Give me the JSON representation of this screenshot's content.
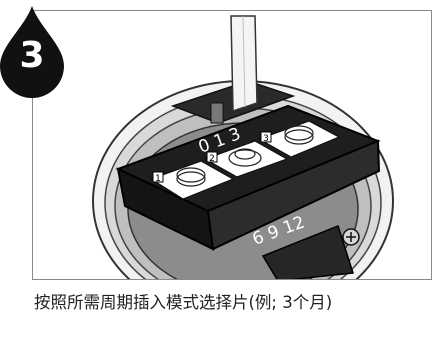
{
  "step_number": "3",
  "dial_labels": {
    "top": "0 1 3",
    "bottom": "6 9 12"
  },
  "slot_numbers": [
    "1",
    "2",
    "3"
  ],
  "caption": "按照所需周期插入模式选择片(例; 3个月)",
  "colors": {
    "badge": "#111111",
    "device_dark": "#1e1e1e",
    "frame_border": "#8a8a8a"
  }
}
